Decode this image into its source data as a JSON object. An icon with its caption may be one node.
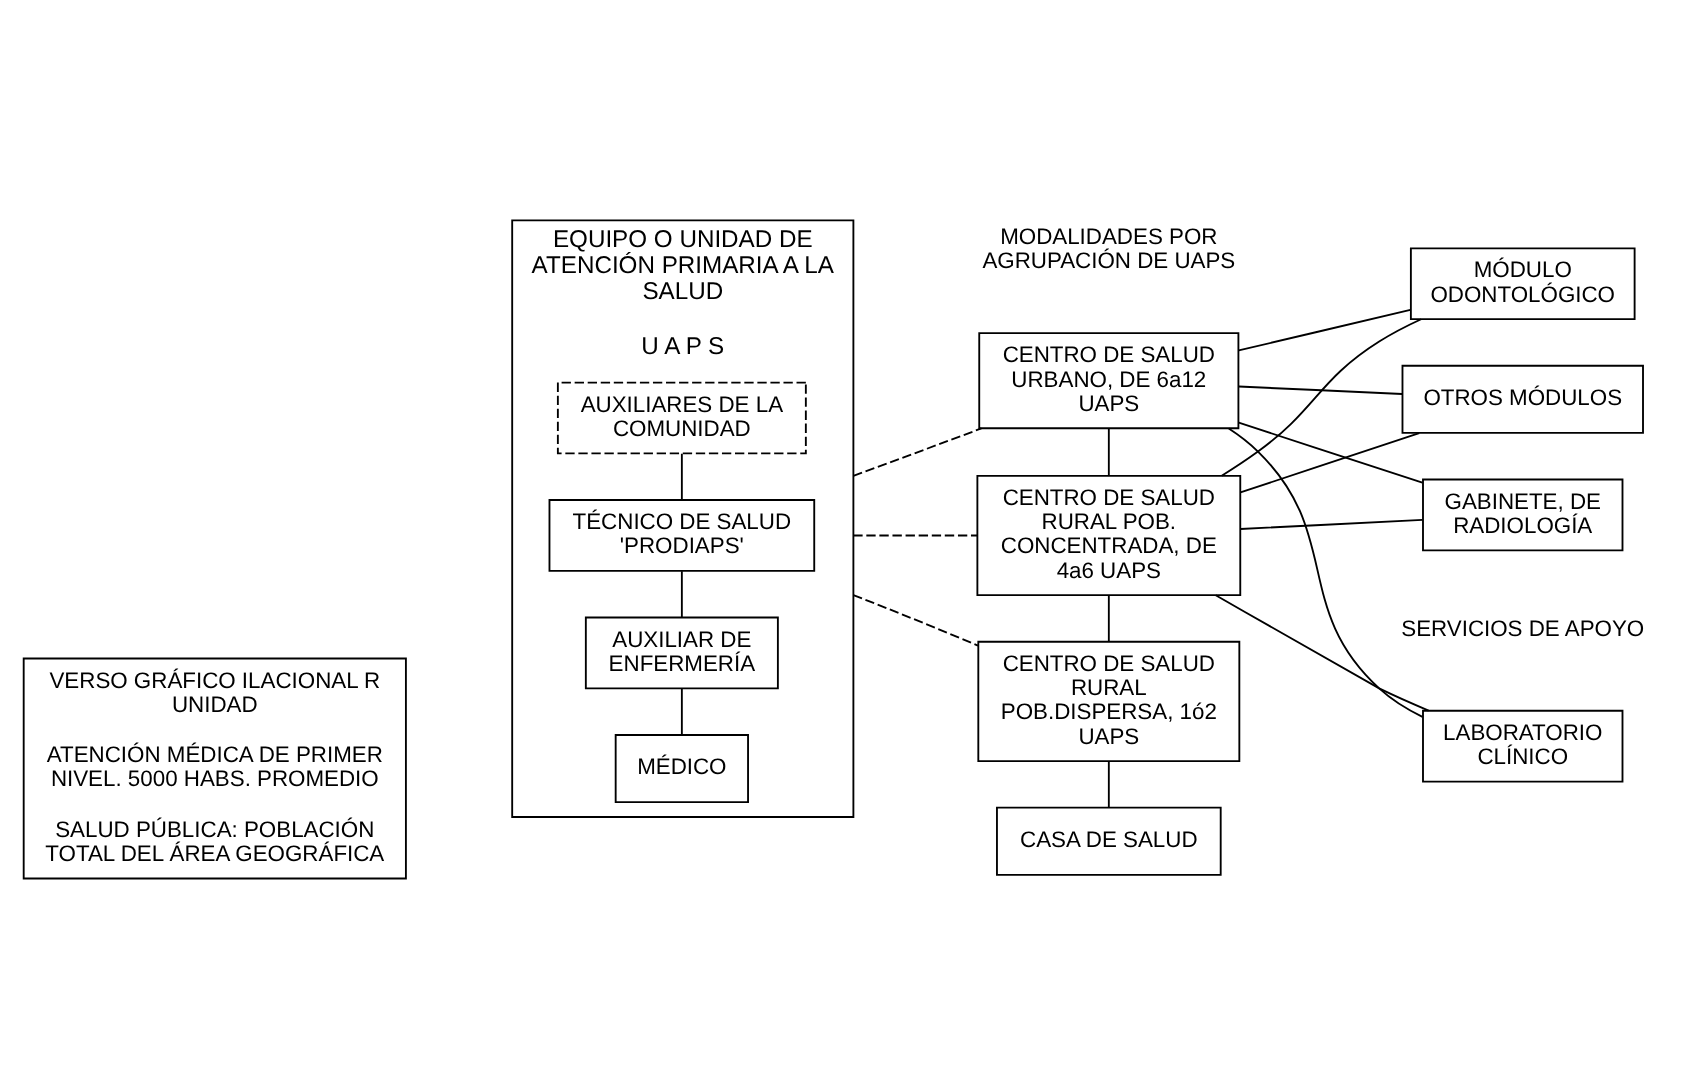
{
  "diagram": {
    "nodes": [
      {
        "text": [
          "VERSO GRÁFICO ILACIONAL R UNIDAD",
          "ATENCIÓN MÉDICA DE PRIMER NIVEL. 5000 HABS. PROMEDIO",
          "SALUD PÚBLICA: POBLACIÓN TOTAL DEL ÁREA GEOGRÁFICA"
        ]
      },
      {
        "text": [
          "EQUIPO O UNIDAD DE ATENCIÓN PRIMARIA A LA SALUD",
          "U A P S"
        ]
      },
      {
        "text": [
          "MÉDICO"
        ],
        "in": 1
      },
      {
        "text": [
          "AUXILIAR DE ENFERMERÍA"
        ],
        "in": 1
      },
      {
        "text": [
          "TÉCNICO DE SALUD 'PRODIAPS'"
        ],
        "in": 1
      },
      {
        "text": [
          "AUXILIARES DE LA COMUNIDAD"
        ],
        "in": 1
      },
      {
        "text": [
          "CENTRO DE SALUD URBANO, DE 6a12 UAPS"
        ]
      },
      {
        "text": [
          "CENTRO DE SALUD RURAL POB. CONCENTRADA, DE 4a6 UAPS"
        ]
      },
      {
        "text": [
          "CENTRO DE SALUD RURAL POB.DISPERSA, 1ó2 UAPS"
        ]
      },
      {
        "text": [
          "CASA DE SALUD"
        ]
      },
      {
        "text": [
          "LABORATORIO CLÍNICO"
        ]
      },
      {
        "text": [
          "GABINETE, DE RADIOLOGÍA"
        ]
      },
      {
        "text": [
          "MÓDULO ODONTOLÓGICO"
        ]
      },
      {
        "text": [
          "OTROS MÓDULOS"
        ]
      }
    ],
    "edges": [
      {
        "from": 2,
        "to": 3,
        "arrow": "none"
      },
      {
        "from": 3,
        "to": 4,
        "arrow": "none"
      },
      {
        "from": 4,
        "to": 5,
        "arrow": "none"
      },
      {
        "from": 1,
        "to": 6,
        "arrow": "none",
        "style": "dashed"
      },
      {
        "from": 1,
        "to": 7,
        "arrow": "none",
        "style": "dashed"
      },
      {
        "from": 1,
        "to": 8,
        "arrow": "none",
        "style": "dashed"
      },
      {
        "from": 6,
        "to": 7,
        "arrow": "none"
      },
      {
        "from": 7,
        "to": 8,
        "arrow": "none"
      },
      {
        "from": 8,
        "to": 9,
        "arrow": "none"
      },
      {
        "from": 6,
        "to": 10,
        "arrow": "none"
      },
      {
        "from": 6,
        "to": 11,
        "arrow": "none"
      },
      {
        "from": 6,
        "to": 12,
        "arrow": "none"
      },
      {
        "from": 6,
        "to": 13,
        "arrow": "none"
      },
      {
        "from": 7,
        "to": 10,
        "arrow": "none"
      },
      {
        "from": 7,
        "to": 11,
        "arrow": "none"
      },
      {
        "from": 7,
        "to": 12,
        "arrow": "none"
      },
      {
        "from": 7,
        "to": 13,
        "arrow": "none"
      }
    ],
    "labels": [
      "MODALIDADES POR AGRUPACIÓN DE UAPS",
      "SERVICIOS DE APOYO"
    ]
  }
}
